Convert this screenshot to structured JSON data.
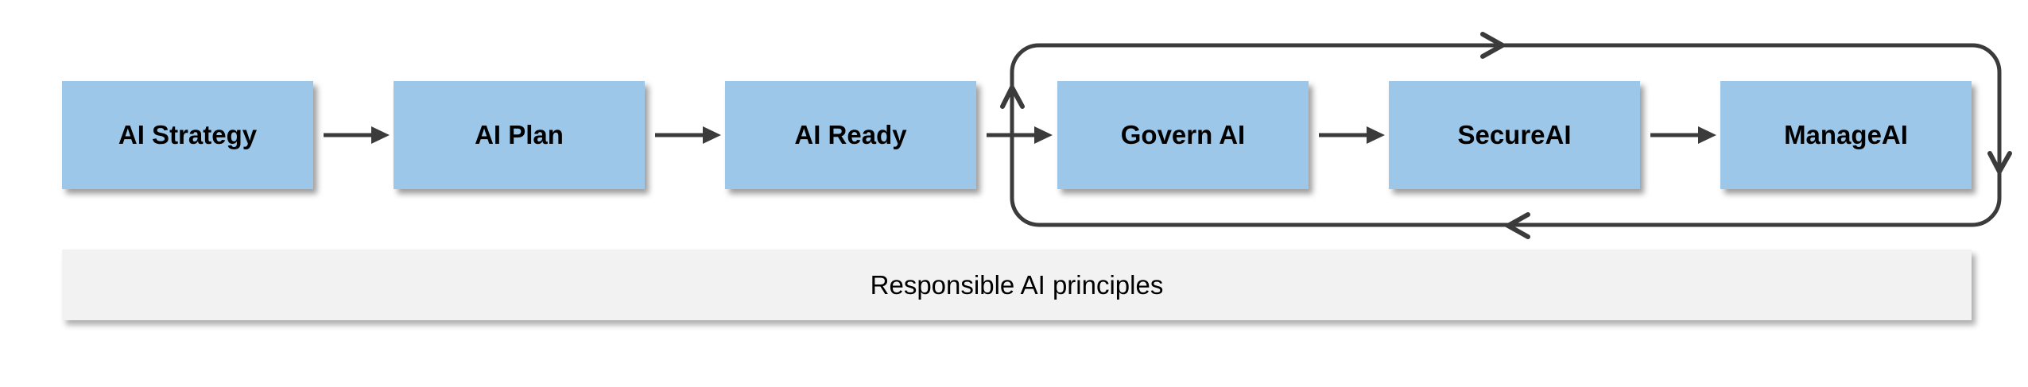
{
  "flow": {
    "boxes": [
      {
        "label": "AI Strategy"
      },
      {
        "label": "AI Plan"
      },
      {
        "label": "AI Ready"
      },
      {
        "label": "Govern AI"
      },
      {
        "label": "SecureAI"
      },
      {
        "label": "ManageAI"
      }
    ],
    "footer_label": "Responsible AI principles",
    "colors": {
      "box_fill": "#9CC7E9",
      "line": "#3B3B3B",
      "footer_fill": "#F2F2F2",
      "text": "#000000"
    }
  }
}
